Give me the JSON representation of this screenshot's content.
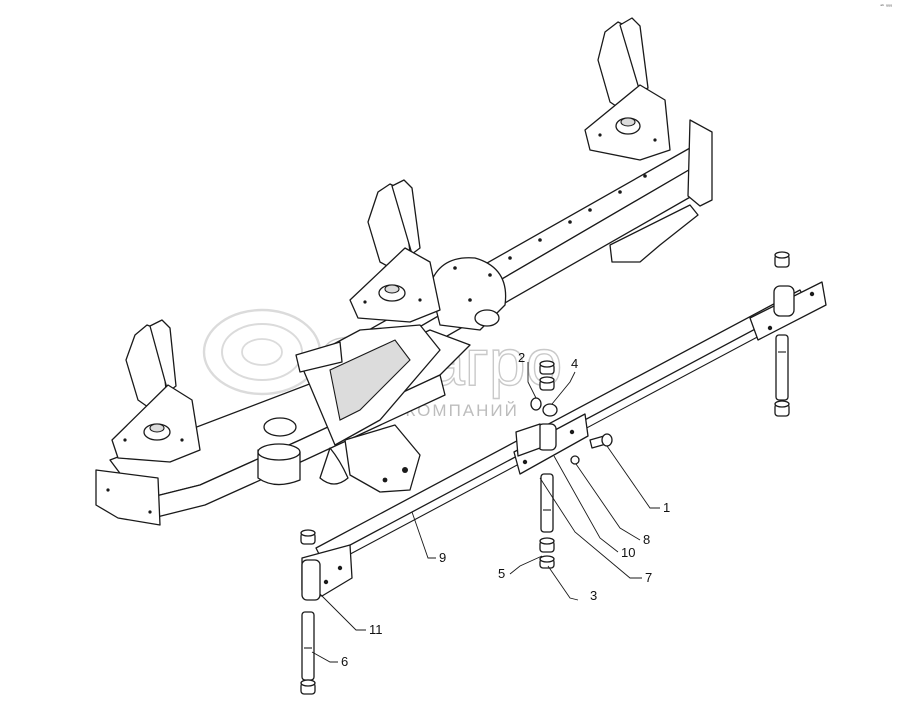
{
  "watermark": {
    "brand": "белагро",
    "subtitle": "ГРУППА КОМПАНИЙ"
  },
  "corner_mark": "ᵃᵇ ᵍᵍᵍ",
  "callouts": [
    {
      "id": "callout-1",
      "label": "1"
    },
    {
      "id": "callout-2",
      "label": "2"
    },
    {
      "id": "callout-3",
      "label": "3"
    },
    {
      "id": "callout-4",
      "label": "4"
    },
    {
      "id": "callout-5",
      "label": "5"
    },
    {
      "id": "callout-6",
      "label": "6"
    },
    {
      "id": "callout-7",
      "label": "7"
    },
    {
      "id": "callout-8",
      "label": "8"
    },
    {
      "id": "callout-9",
      "label": "9"
    },
    {
      "id": "callout-10",
      "label": "10"
    },
    {
      "id": "callout-11",
      "label": "11"
    }
  ],
  "colors": {
    "line": "#1a1a1a",
    "fill": "#ffffff",
    "shade": "#d8d8d8",
    "watermark": "#c9c9c9"
  }
}
